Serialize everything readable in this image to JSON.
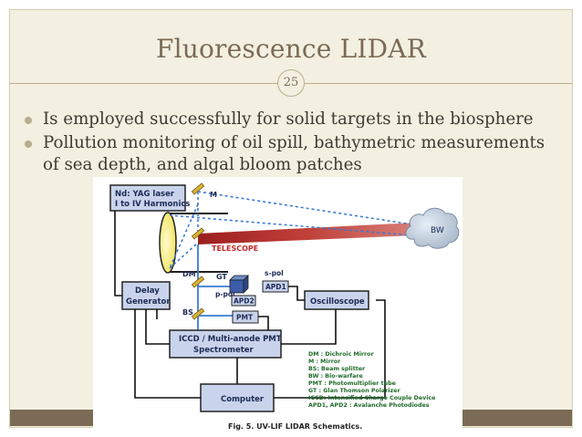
{
  "slide": {
    "title": "Fluorescence LIDAR",
    "page_number": "25",
    "bullets": [
      "Is employed successfully for solid targets in the biosphere",
      "Pollution monitoring of oil spill, bathymetric measurements of sea depth, and algal bloom patches"
    ]
  },
  "figure": {
    "boxes": {
      "laser_line1": "Nd: YAG laser",
      "laser_line2": "I to IV Harmonics",
      "delay_line1": "Delay",
      "delay_line2": "Generator",
      "iccd_line1": "ICCD / Multi-anode PMT",
      "iccd_line2": "Spectrometer",
      "computer": "Computer",
      "oscilloscope": "Oscilloscope",
      "pmt": "PMT",
      "apd1": "APD1",
      "apd2": "APD2"
    },
    "labels": {
      "m": "M",
      "telescope": "TELESCOPE",
      "dm": "DM",
      "gt": "GT",
      "s_pol": "s-pol",
      "p_pol": "p-pol",
      "bs": "BS",
      "bw": "BW"
    },
    "legend": [
      "DM : Dichroic Mirror",
      "M : Mirror",
      "BS: Beam splitter",
      "BW : Bio-warfare",
      "PMT : Photomultiplier tube",
      "GT : Glan Thomson Polarizer",
      "ICCD: Intensified Charge Couple Device",
      "APD1, APD2 : Avalanche Photodiodes"
    ],
    "caption": "Fig. 5. UV-LIF LIDAR Schematics."
  },
  "colors": {
    "background": "#f3f0e1",
    "title": "#7b6a56",
    "footer": "#7b6a56",
    "box_fill": "#c9d4ec",
    "beam": "#b32a2a",
    "legend_text": "#1f6b2a"
  }
}
